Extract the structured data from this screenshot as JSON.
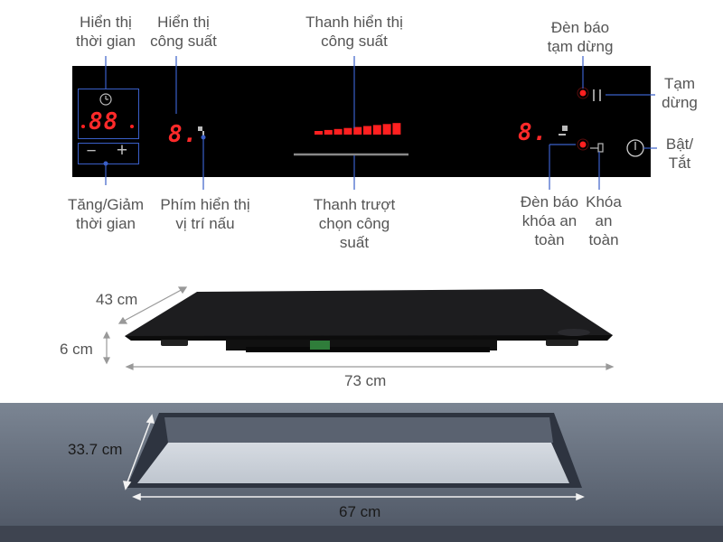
{
  "control_panel": {
    "labels": {
      "time_display": [
        "Hiển thị",
        "thời gian"
      ],
      "power_display": [
        "Hiển thị",
        "công suất"
      ],
      "power_bar": [
        "Thanh hiển thị",
        "công suất"
      ],
      "pause_indicator": [
        "Đèn báo",
        "tạm dừng"
      ],
      "pause": [
        "Tạm",
        "dừng"
      ],
      "power_onoff": [
        "Bật/",
        "Tắt"
      ],
      "time_adjust": [
        "Tăng/Giảm",
        "thời gian"
      ],
      "zone_key": [
        "Phím hiển thị",
        "vị trí nấu"
      ],
      "power_slider": [
        "Thanh trượt",
        "chọn công",
        "suất"
      ],
      "lock_indicator": [
        "Đèn báo",
        "khóa an",
        "toàn"
      ],
      "safety_lock": [
        "Khóa",
        "an",
        "toàn"
      ]
    },
    "timer_digits": "88",
    "power_digit_left": "8.",
    "power_digit_right": "8.",
    "minus_symbol": "−",
    "plus_symbol": "+",
    "power_bar_level": 9,
    "colors": {
      "panel": "#000000",
      "led": "#ff2020",
      "frame": "#3a5fc8"
    }
  },
  "cooktop": {
    "depth": "43 cm",
    "height": "6 cm",
    "width": "73 cm"
  },
  "cutout": {
    "depth": "33.7 cm",
    "width": "67 cm"
  }
}
